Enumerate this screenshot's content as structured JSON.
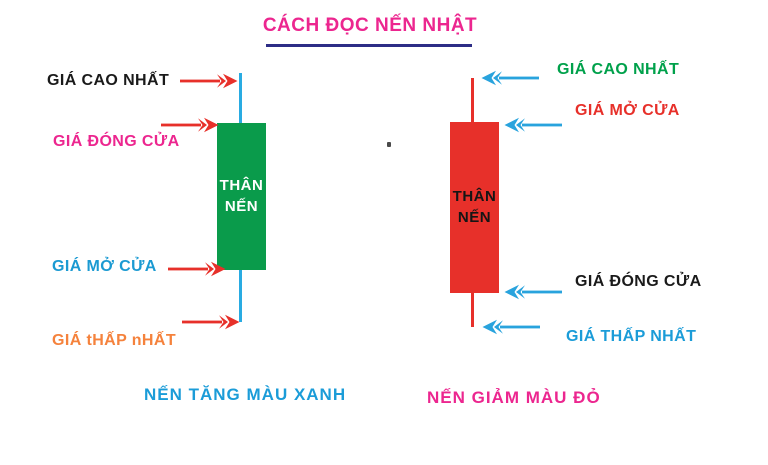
{
  "title": {
    "text": "CÁCH ĐỌC NẾN NHẬT",
    "color": "#ec268f",
    "underline_color": "#2d2d86"
  },
  "arrow_colors": {
    "red": "#e7302a",
    "blue": "#29a3dd"
  },
  "bullish_candle": {
    "body_color": "#0a9b4b",
    "wick_color": "#29abe2",
    "body_label": [
      "THÂN",
      "NẾN"
    ],
    "body_label_color": "#ffffff",
    "labels": {
      "high": {
        "text": "GIÁ CAO NHẤT",
        "color": "#1a1a1a"
      },
      "close": {
        "text": "GIÁ ĐÓNG CỬA",
        "color": "#ec268f"
      },
      "open": {
        "text": "GIÁ MỞ CỬA",
        "color": "#1b9ad2"
      },
      "low": {
        "text": "GIÁ tHẤP nHẤT",
        "color": "#f5823c"
      }
    },
    "caption": {
      "text": "NẾN TĂNG MÀU XANH",
      "color": "#1b9cd8"
    }
  },
  "bearish_candle": {
    "body_color": "#e7302a",
    "wick_color": "#e7302a",
    "body_label": [
      "THÂN",
      "NẾN"
    ],
    "body_label_color": "#151515",
    "labels": {
      "high": {
        "text": "GIÁ CAO NHẤT",
        "color": "#00a14b"
      },
      "open": {
        "text": "GIÁ MỞ CỬA",
        "color": "#e7302a"
      },
      "close": {
        "text": "GIÁ ĐÓNG CỬA",
        "color": "#1a1a1a"
      },
      "low": {
        "text": "GIÁ THẤP NHẤT",
        "color": "#1b9cd8"
      }
    },
    "caption": {
      "text": "NẾN GIẢM MÀU ĐỎ",
      "color": "#ec268f"
    }
  }
}
